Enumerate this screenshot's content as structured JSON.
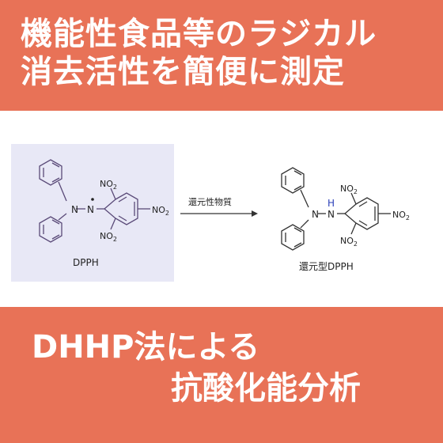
{
  "headline": {
    "line1": "機能性食品等のラジカル",
    "line2": "消去活性を簡便に測定",
    "line3": "DHHP法による",
    "line4": "抗酸化能分析"
  },
  "diagram": {
    "reactant_label": "DPPH",
    "arrow_label": "還元性物質",
    "product_label": "還元型DPPH",
    "nitro": "NO2",
    "nitro_main": "NO",
    "nitro_sub": "2",
    "n_atom": "N",
    "h_atom": "H",
    "colors": {
      "banner": "#e87257",
      "reactant_panel": "#e8e8f6",
      "bond_reactant": "#5a4a78",
      "bond_product": "#333333",
      "hydrogen": "#2a3fb8"
    }
  }
}
